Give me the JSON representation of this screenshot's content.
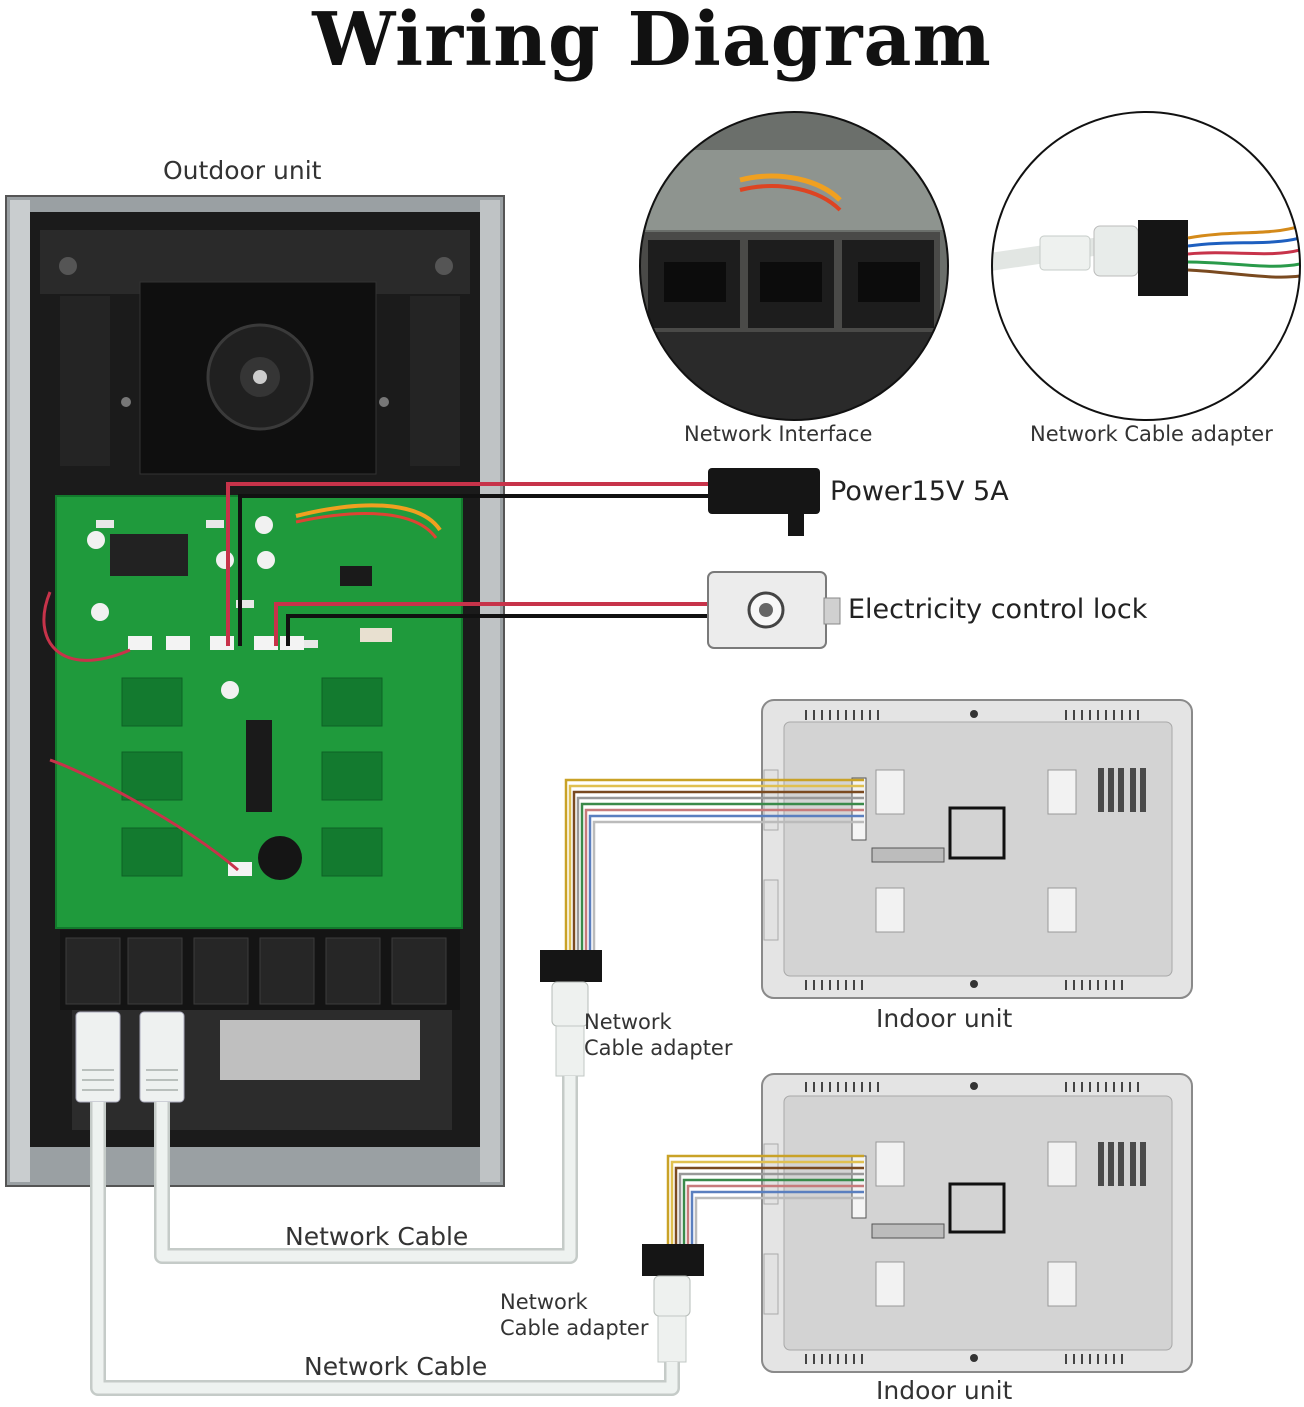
{
  "title": "Wiring Diagram",
  "labels": {
    "outdoor_unit": "Outdoor unit",
    "network_interface": "Network Interface",
    "network_cable_adapter_top": "Network Cable adapter",
    "power": "Power15V 5A",
    "lock": "Electricity control lock",
    "indoor_unit_1": "Indoor unit",
    "indoor_unit_2": "Indoor unit",
    "adapter_1_line1": "Network",
    "adapter_1_line2": "Cable adapter",
    "adapter_2_line1": "Network",
    "adapter_2_line2": "Cable adapter",
    "network_cable_1": "Network Cable",
    "network_cable_2": "Network Cable"
  },
  "colors": {
    "pcb_green": "#1f9a3c",
    "wire_red": "#c7334a",
    "wire_black": "#111111",
    "cable_white": "#e6ebe8",
    "panel_grey": "#d8d8d8"
  }
}
